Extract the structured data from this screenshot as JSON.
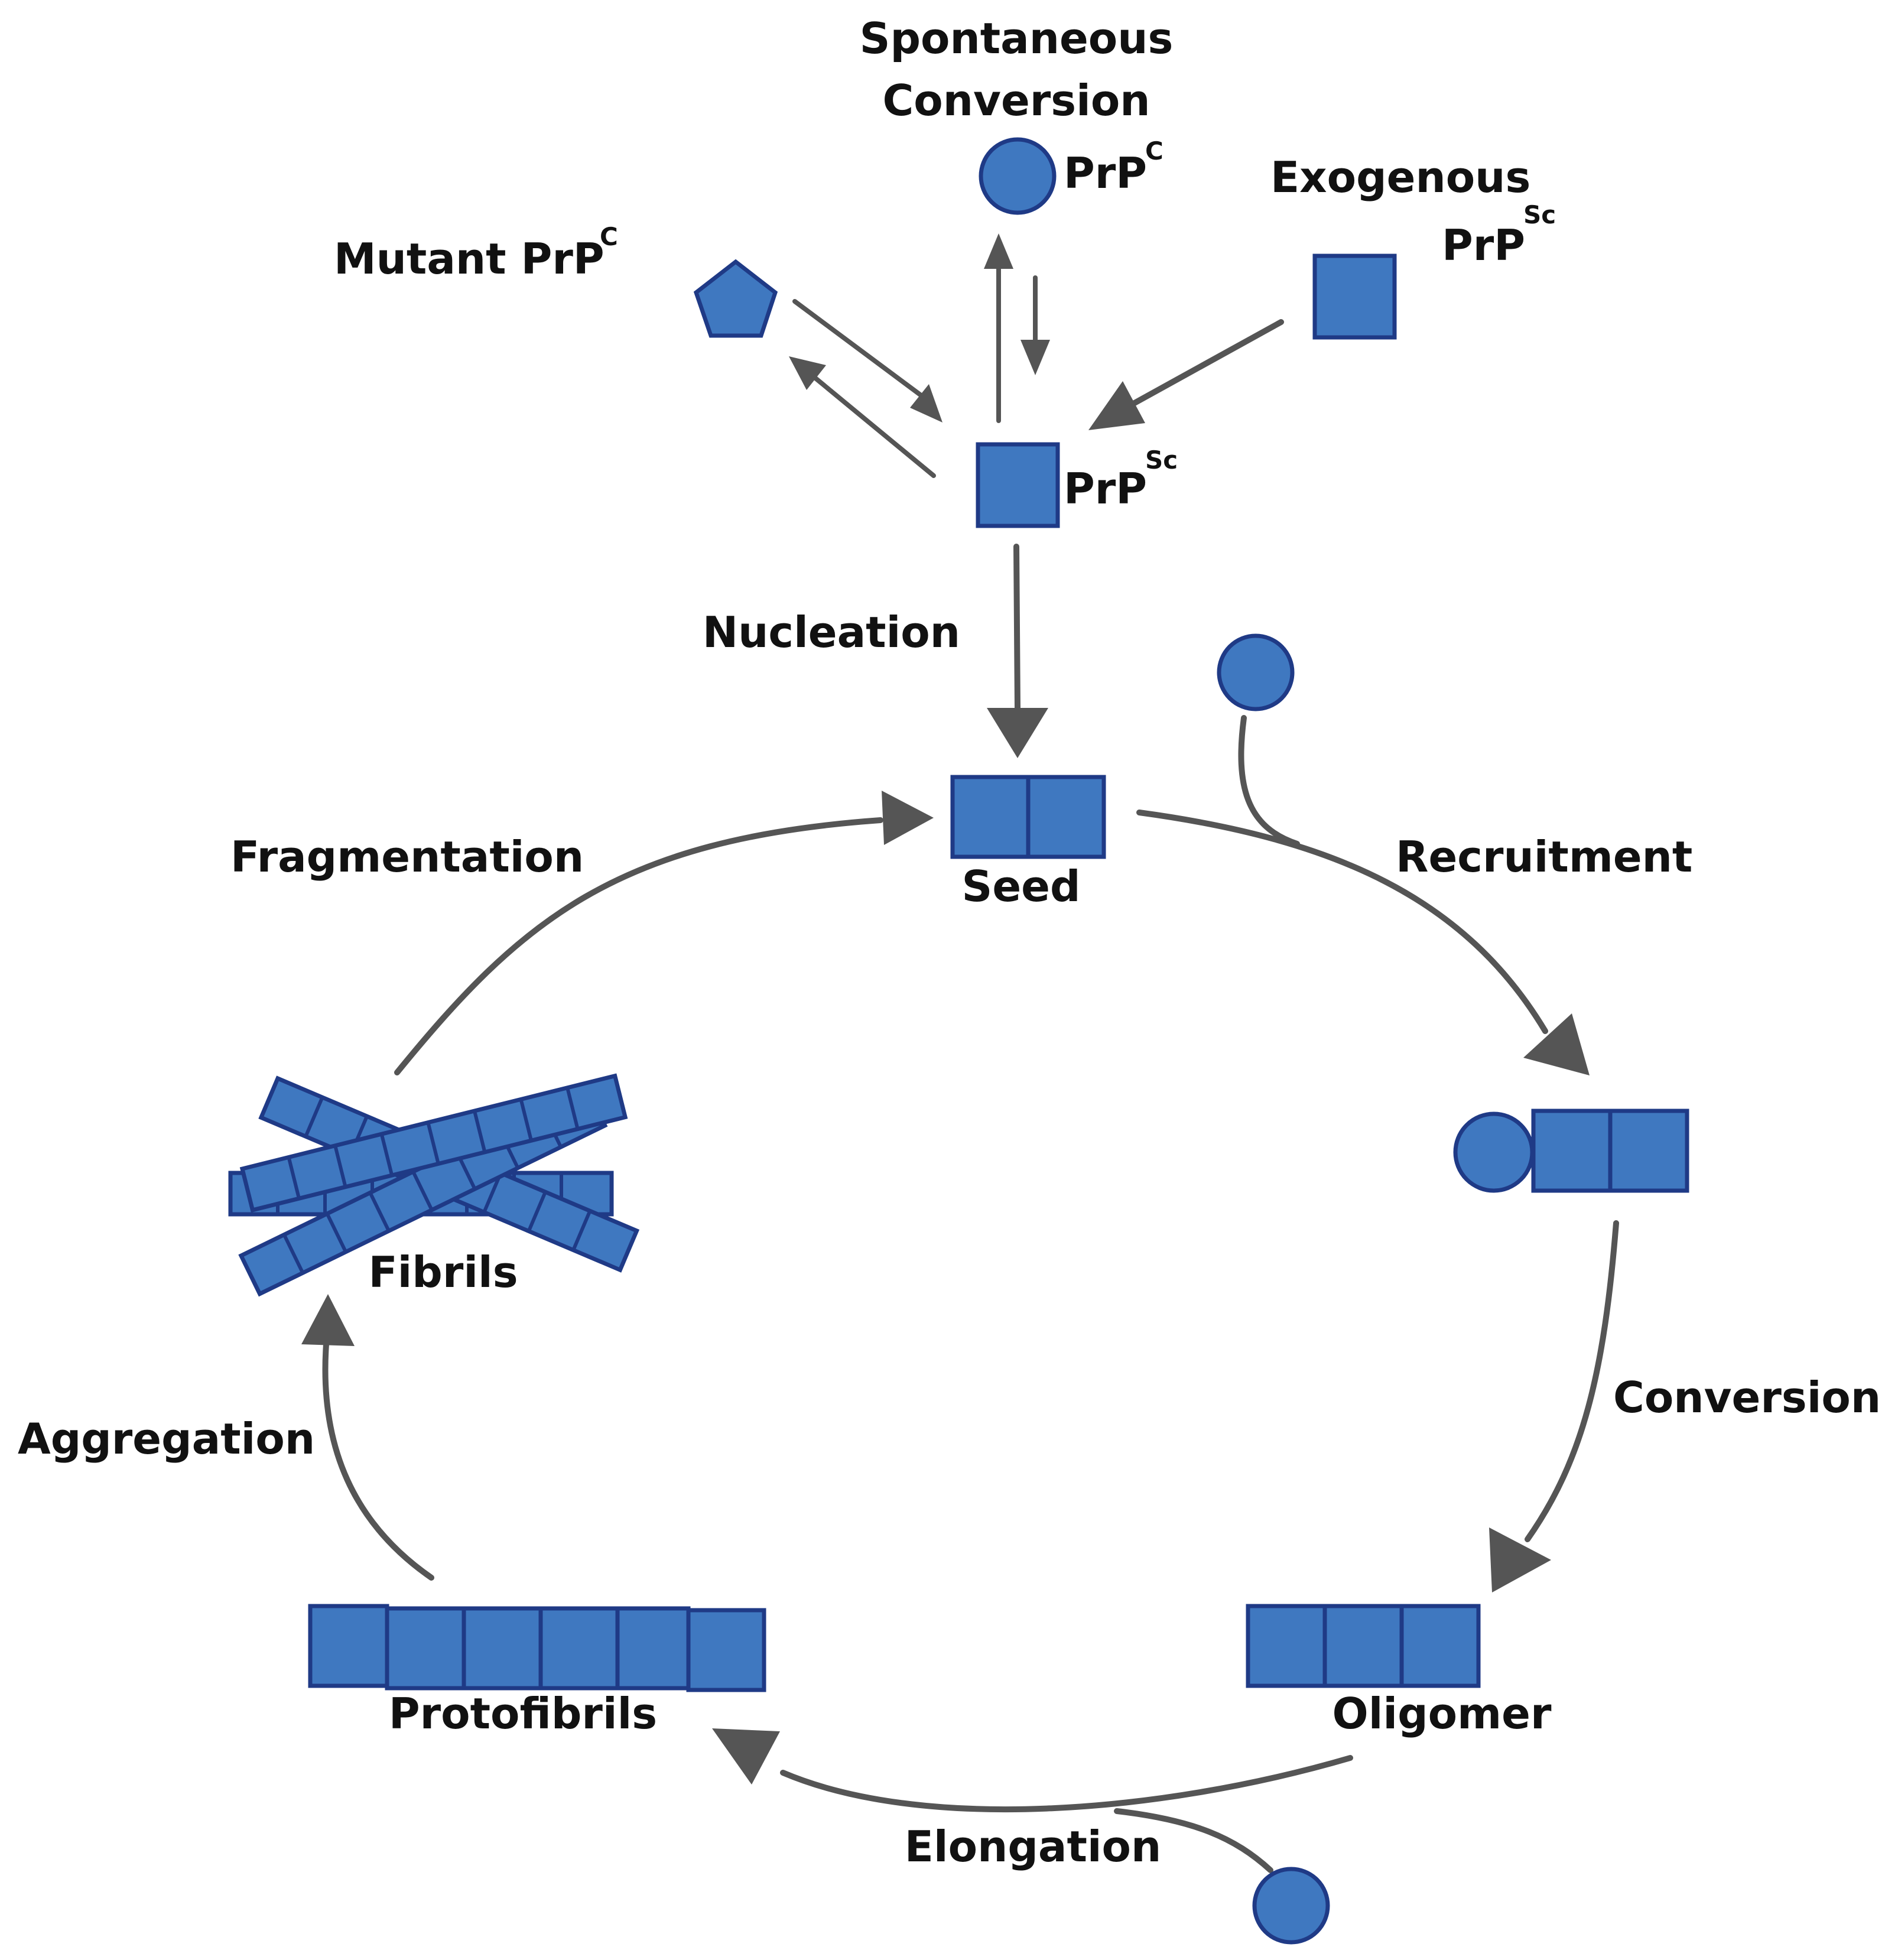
{
  "labels": {
    "spontaneous_line1": "Spontaneous",
    "spontaneous_line2": "Conversion",
    "prpc_top": "PrP",
    "prpc_top_sup": "C",
    "exogenous": "Exogenous",
    "prpsc_exo": "PrP",
    "prpsc_exo_sup": "Sc",
    "mutant": "Mutant PrP",
    "mutant_sup": "C",
    "prpsc_center": "PrP",
    "prpsc_center_sup": "Sc",
    "nucleation": "Nucleation",
    "seed": "Seed",
    "recruitment": "Recruitment",
    "conversion": "Conversion",
    "oligomer": "Oligomer",
    "elongation": "Elongation",
    "protofibrils": "Protofibrils",
    "aggregation": "Aggregation",
    "fibrils": "Fibrils",
    "fragmentation": "Fragmentation"
  },
  "colors": {
    "shape_fill": "#3f78c0",
    "shape_stroke": "#1f3a86",
    "arrow": "#555555",
    "text": "#111111"
  }
}
